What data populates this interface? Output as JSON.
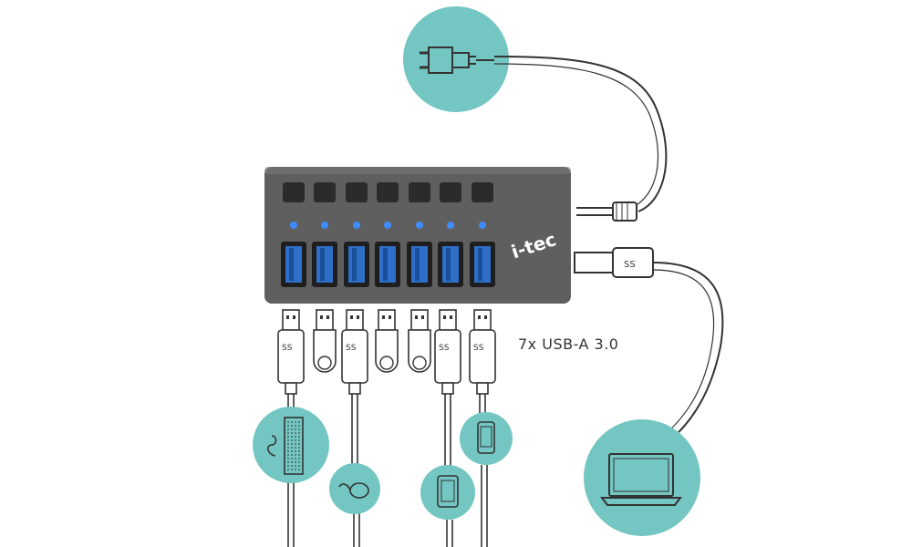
{
  "hub": {
    "brand": "i-tec",
    "buttons": 7,
    "leds": 7,
    "ports": 7,
    "led_color": "#3f8cff",
    "body_color": "#5f5f5f",
    "port_color": "#2f6fc9"
  },
  "ports_label": "7x USB-A 3.0",
  "connector_badge": "SS",
  "colors": {
    "circle_fill": "#74c6c2",
    "line": "#333333"
  },
  "devices": [
    {
      "name": "power-plug"
    },
    {
      "name": "laptop"
    },
    {
      "name": "keyboard"
    },
    {
      "name": "mouse"
    },
    {
      "name": "tablet"
    },
    {
      "name": "smartphone"
    }
  ]
}
